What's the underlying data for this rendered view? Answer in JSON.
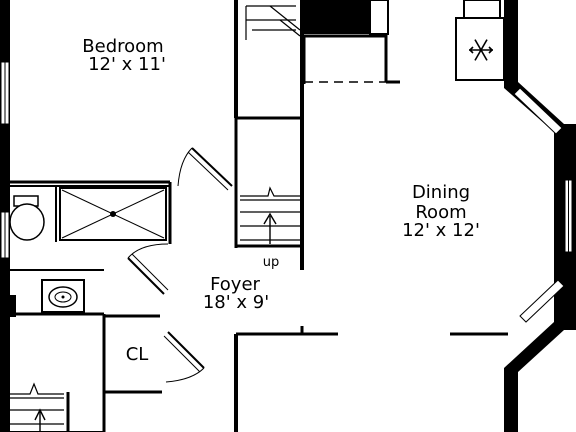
{
  "rooms": {
    "bedroom": {
      "name": "Bedroom",
      "dims": "12' x 11'"
    },
    "dining": {
      "name_line1": "Dining",
      "name_line2": "Room",
      "dims": "12' x 12'"
    },
    "foyer": {
      "name": "Foyer",
      "dims": "18' x 9'"
    },
    "closet": {
      "name": "CL"
    }
  },
  "labels": {
    "stairs_up": "up"
  },
  "icons": [
    "snowflake-icon",
    "toilet-icon",
    "sink-icon",
    "shower-icon",
    "stair-arrow-icon"
  ]
}
